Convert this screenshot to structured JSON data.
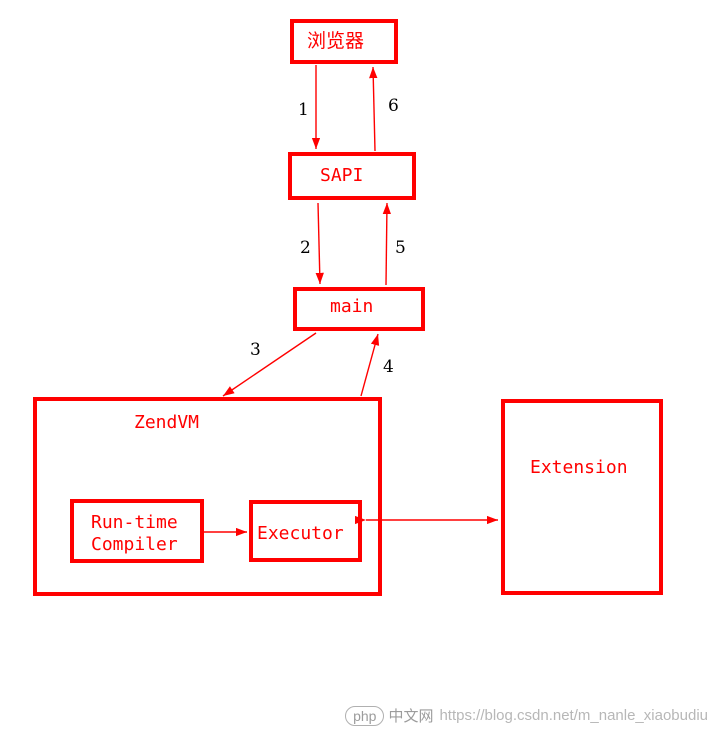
{
  "diagram": {
    "nodes": {
      "browser": "浏览器",
      "sapi": "SAPI",
      "main": "main",
      "zendvm": "ZendVM",
      "compiler_line1": "Run-time",
      "compiler_line2": "Compiler",
      "executor": "Executor",
      "extension": "Extension"
    },
    "edge_labels": {
      "e1": "1",
      "e2": "2",
      "e3": "3",
      "e4": "4",
      "e5": "5",
      "e6": "6"
    },
    "colors": {
      "stroke": "#ff0000",
      "text": "#ff0000",
      "edge_label_text": "#000000"
    }
  },
  "watermark": {
    "logo_php": "php",
    "logo_cn": "中文网",
    "url_text": "https://blog.csdn.net/m_nanle_xiaobudiu"
  }
}
